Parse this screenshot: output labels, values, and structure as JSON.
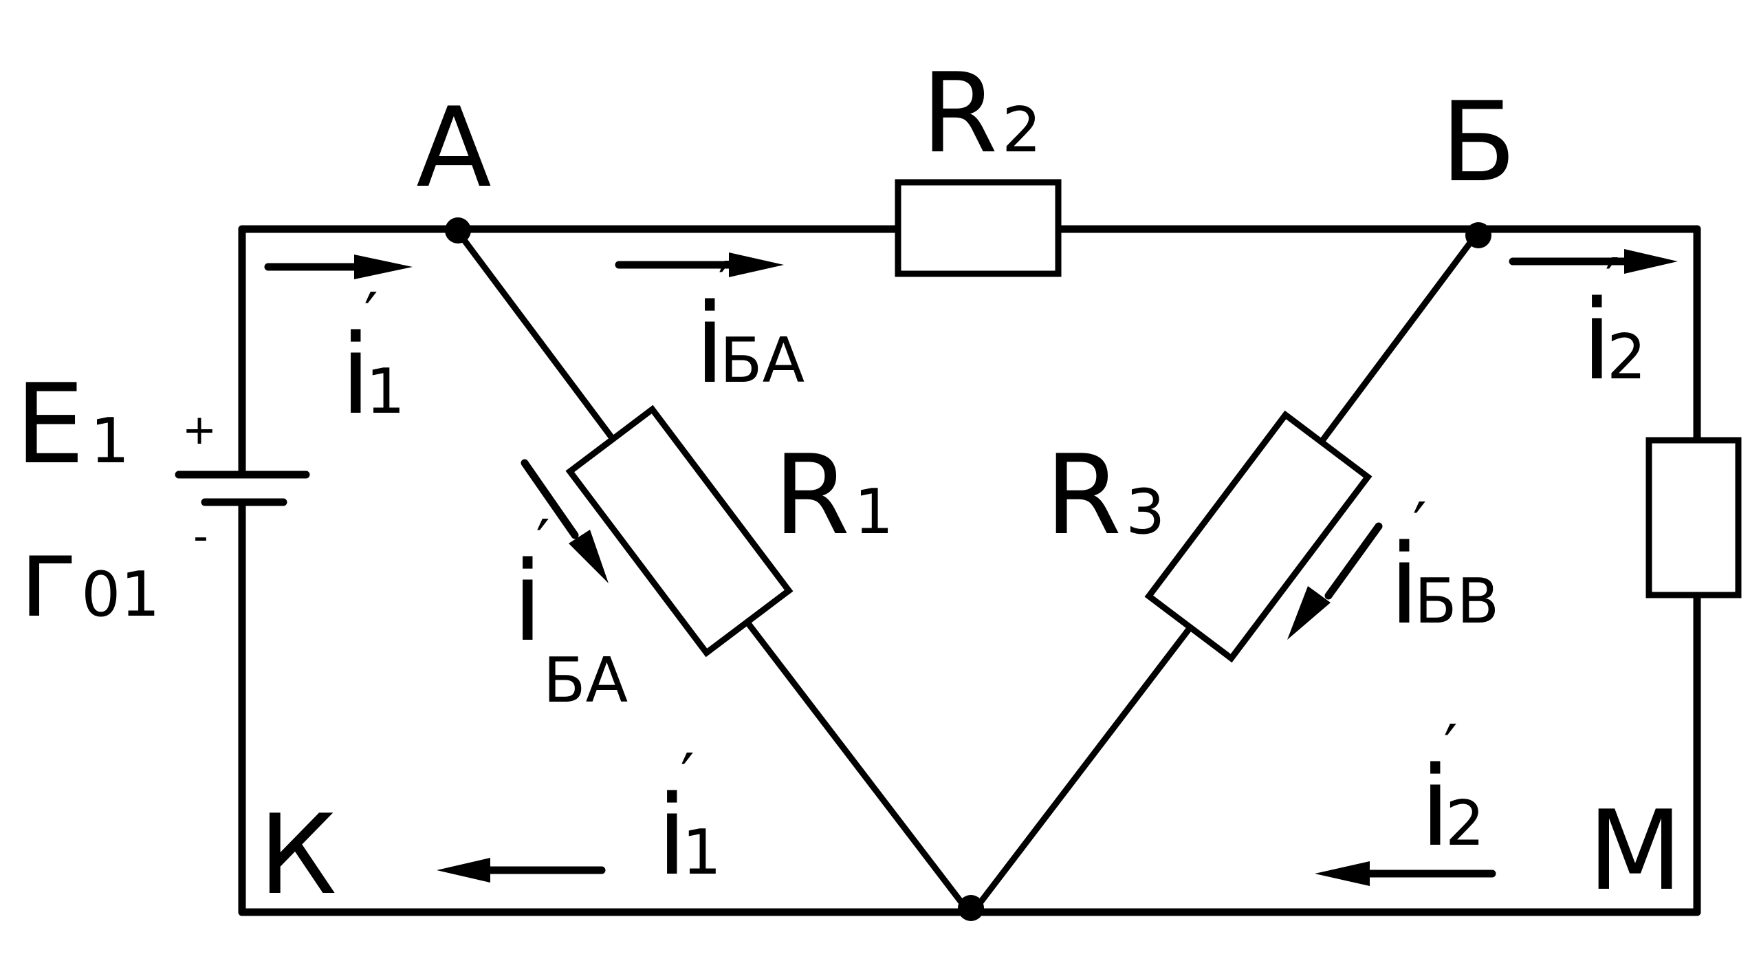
{
  "nodes": {
    "A": "А",
    "B": "Б",
    "K": "К",
    "M": "М"
  },
  "source": {
    "emf": "E",
    "emf_sub": "1",
    "res": "г",
    "res_sub": "01",
    "plus": "+",
    "minus": "-"
  },
  "resistors": {
    "r1": {
      "letter": "R",
      "sub": "1"
    },
    "r2": {
      "letter": "R",
      "sub": "2"
    },
    "r3": {
      "letter": "R",
      "sub": "3"
    }
  },
  "currents": {
    "i1_top": {
      "symbol": "i",
      "sub": "1",
      "prime": "′"
    },
    "iba_top": {
      "symbol": "i",
      "sub": "БА",
      "prime": "′"
    },
    "iba_mid": {
      "symbol": "i",
      "sub": "БА",
      "prime": "′"
    },
    "ibv": {
      "symbol": "i",
      "sub": "БВ",
      "prime": "′"
    },
    "i2_top": {
      "symbol": "i",
      "sub": "2",
      "prime": "′"
    },
    "i1_bot": {
      "symbol": "i",
      "sub": "1",
      "prime": "′"
    },
    "i2_bot": {
      "symbol": "i",
      "sub": "2",
      "prime": "′"
    }
  }
}
